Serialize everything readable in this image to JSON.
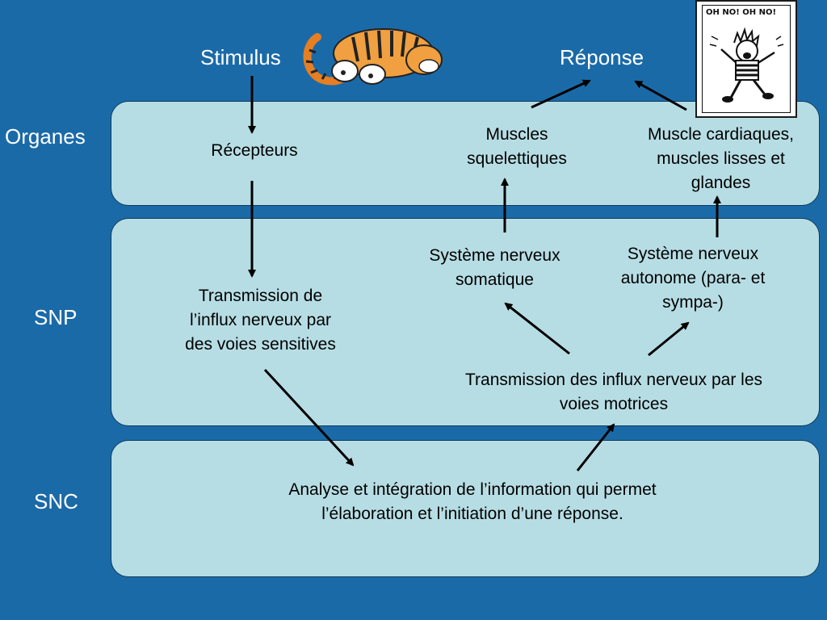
{
  "header": {
    "stimulus": "Stimulus",
    "response": "Réponse"
  },
  "rows": {
    "organes": "Organes",
    "snp": "SNP",
    "snc": "SNC"
  },
  "nodes": {
    "recepteurs": "Récepteurs",
    "muscles_squelettiques": "Muscles\nsquelettiques",
    "muscle_cardiaques": "Muscle cardiaques,\nmuscles lisses et\nglandes",
    "systeme_somatique": "Système nerveux\nsomatique",
    "systeme_autonome": "Système nerveux\nautonome (para- et\nsympa-)",
    "transmission_sensitives": "Transmission de\nl’influx nerveux par\ndes voies sensitives",
    "transmission_motrices": "Transmission des influx nerveux par les\nvoies motrices",
    "analyse": "Analyse et intégration de l’information qui permet\nl’élaboration et l’initiation d’une réponse."
  },
  "comic": {
    "caption": "OH NO! OH NO!"
  }
}
